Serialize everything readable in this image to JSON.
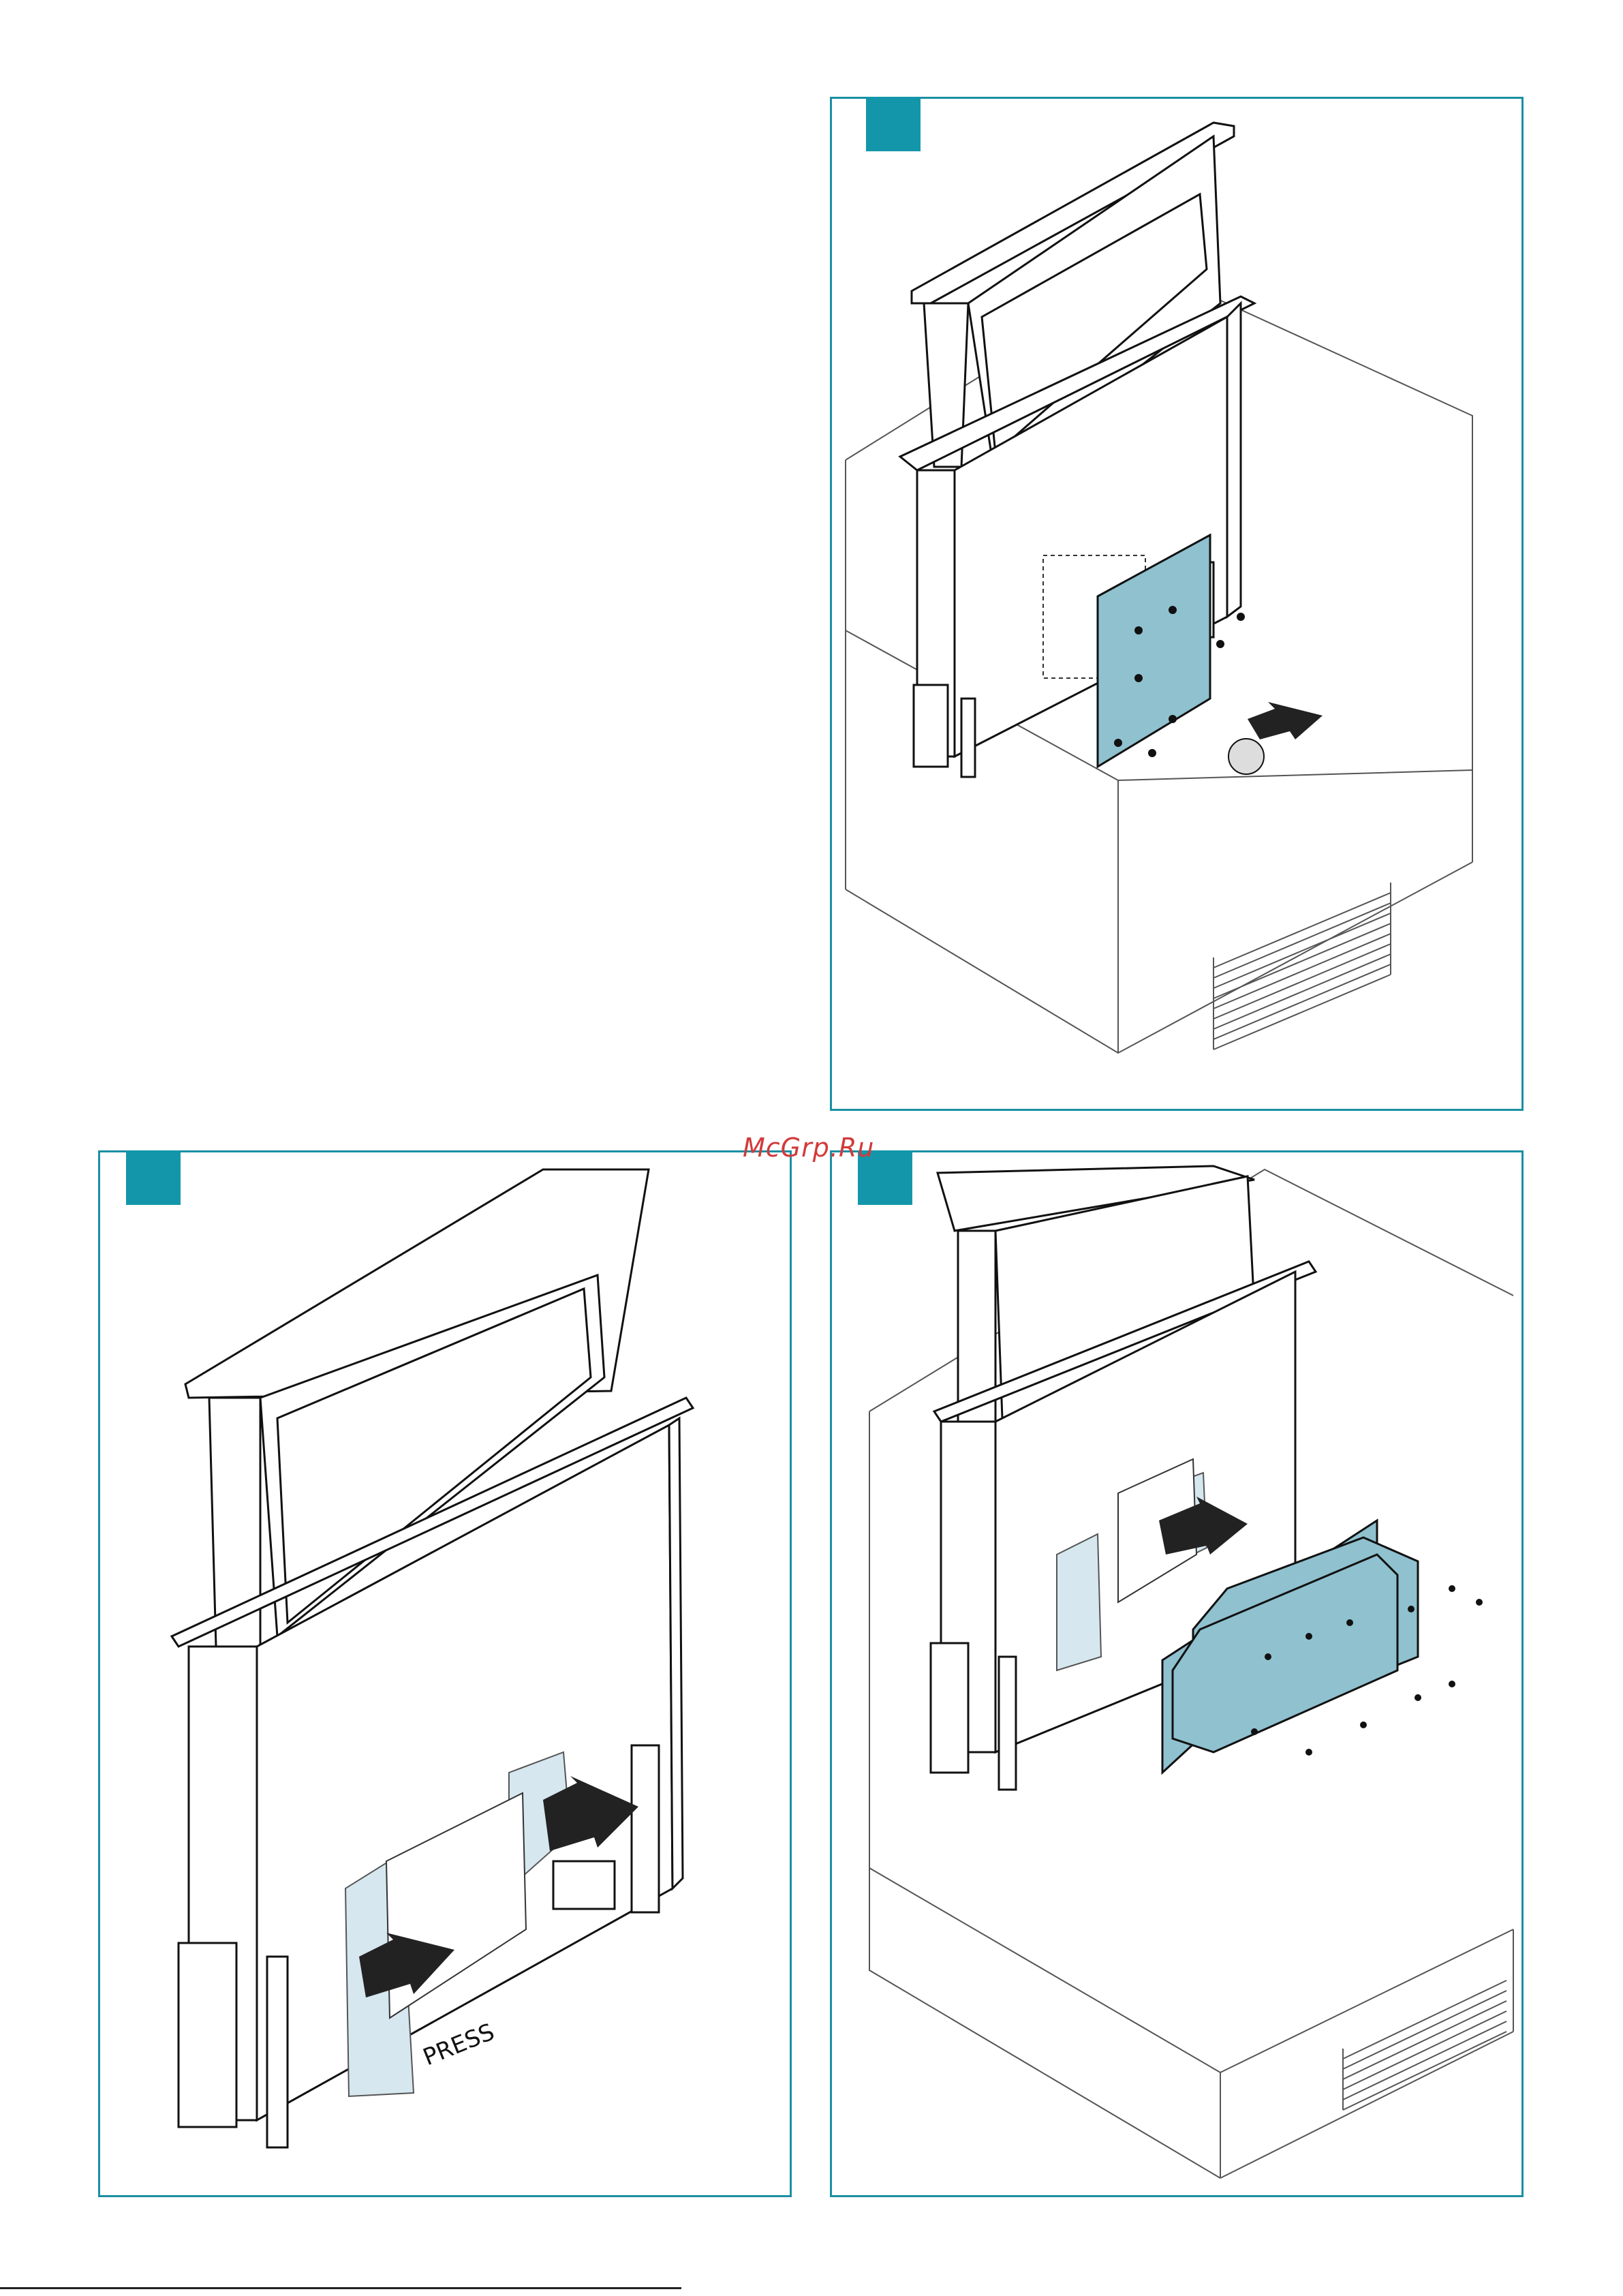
{
  "watermark": "McGrp.Ru",
  "panels": [
    {
      "step": "top-right"
    },
    {
      "step": "bottom-left",
      "label": "PRESS"
    },
    {
      "step": "bottom-right"
    }
  ],
  "colors": {
    "frame": "#1a8fa3",
    "tab": "#1496aa",
    "highlight": "#8fc1cf",
    "light_highlight": "#d6e7ef"
  }
}
